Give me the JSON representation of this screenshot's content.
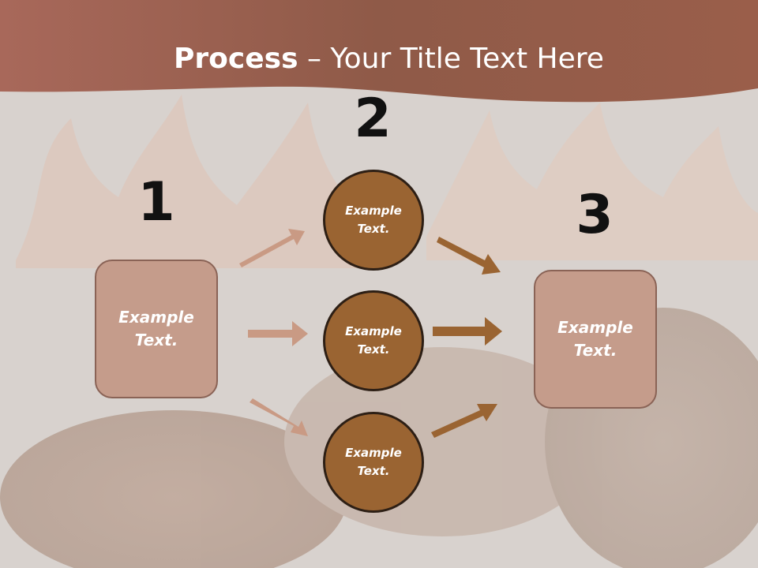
{
  "slide": {
    "title_bold": "Process",
    "title_rest": " – Your Title Text Here"
  },
  "steps": {
    "num1": "1",
    "num2": "2",
    "num3": "3"
  },
  "nodes": {
    "left_box": "Example Text.",
    "circle_top": "Example Text.",
    "circle_middle": "Example Text.",
    "circle_bottom": "Example Text.",
    "right_box": "Example Text."
  },
  "colors": {
    "header": "#9a5b45",
    "box_fill": "#c59c8b",
    "circle_fill": "#9a6432",
    "arrow_light": "#c99a84",
    "arrow_dark": "#9a6432"
  }
}
